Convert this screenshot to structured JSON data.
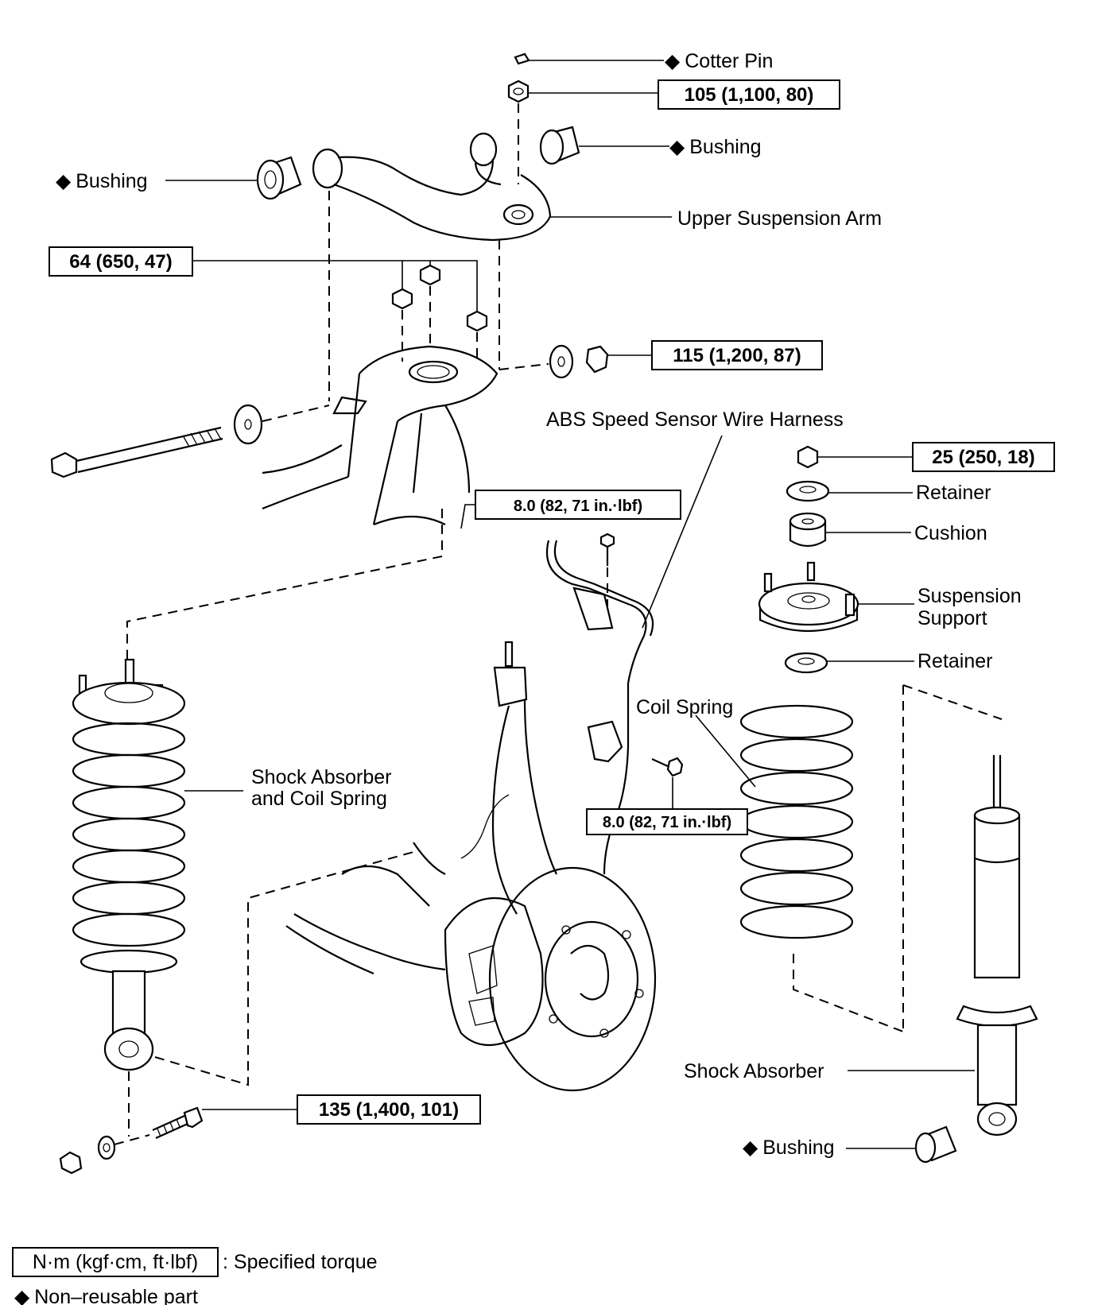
{
  "labels": {
    "cotter_pin": "Cotter Pin",
    "bushing_top_right": "Bushing",
    "bushing_top_left": "Bushing",
    "upper_suspension_arm": "Upper Suspension Arm",
    "abs_harness": "ABS Speed Sensor Wire Harness",
    "retainer_top": "Retainer",
    "cushion": "Cushion",
    "suspension_support_1": "Suspension",
    "suspension_support_2": "Support",
    "retainer_bottom": "Retainer",
    "coil_spring": "Coil Spring",
    "shock_coil_1": "Shock Absorber",
    "shock_coil_2": "and Coil Spring",
    "shock_absorber": "Shock Absorber",
    "bushing_bottom": "Bushing"
  },
  "torques": {
    "cotter_nut": "105 (1,100, 80)",
    "arm_bolts": "64 (650, 47)",
    "arm_nut": "115 (1,200, 87)",
    "support_nut": "25 (250, 18)",
    "abs_bolt_top": "8.0 (82, 71 in.·lbf)",
    "abs_bolt_mid": "8.0 (82, 71 in.·lbf)",
    "lower_bolt": "135 (1,400, 101)"
  },
  "legend": {
    "unit_box": "N·m (kgf·cm, ft·lbf)",
    "unit_desc": ": Specified torque",
    "nonreusable": "Non–reusable part",
    "diamond": "◆"
  }
}
